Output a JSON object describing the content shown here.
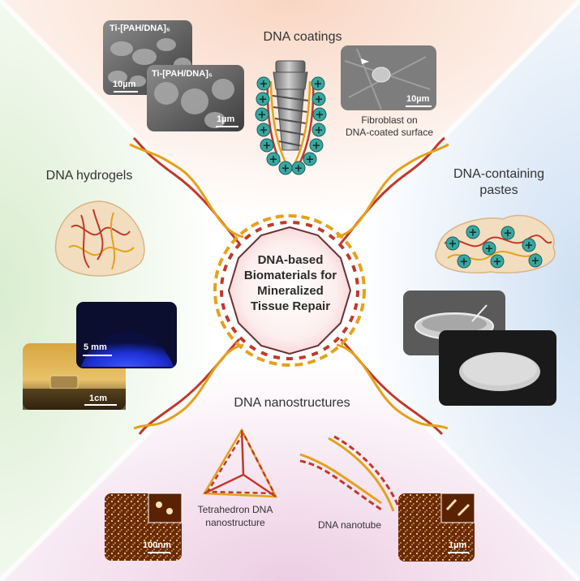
{
  "center": {
    "title_lines": [
      "DNA-based",
      "Biomaterials for",
      "Mineralized",
      "Tissue Repair"
    ]
  },
  "sections": {
    "coatings": {
      "title": "DNA coatings",
      "sem_label_1": "Ti-[PAH/DNA]₅",
      "sem_label_2": "Ti-[PAH/DNA]₅",
      "scale_1": "10µm",
      "scale_2": "1µm",
      "scale_3": "10µm",
      "fibroblast_caption": [
        "Fibroblast on",
        "DNA-coated surface"
      ]
    },
    "hydrogels": {
      "title": "DNA hydrogels",
      "scale_blue": "5 mm",
      "scale_gold": "1cm"
    },
    "pastes": {
      "title_lines": [
        "DNA-containing",
        "pastes"
      ]
    },
    "nanostructures": {
      "title": "DNA nanostructures",
      "tetrahedron_caption": [
        "Tetrahedron DNA",
        "nanostructure"
      ],
      "nanotube_caption": "DNA nanotube",
      "scale_afm_left": "100nm",
      "scale_afm_right": "1µm"
    }
  },
  "colors": {
    "top": "#fbe3d6",
    "left": "#e6f3de",
    "right": "#dde9f6",
    "bottom": "#f1dcea",
    "dna_red": "#c0392b",
    "dna_gold": "#e3a21a",
    "ion": "#3aa6a0"
  },
  "symbols": {
    "plus": "+"
  }
}
